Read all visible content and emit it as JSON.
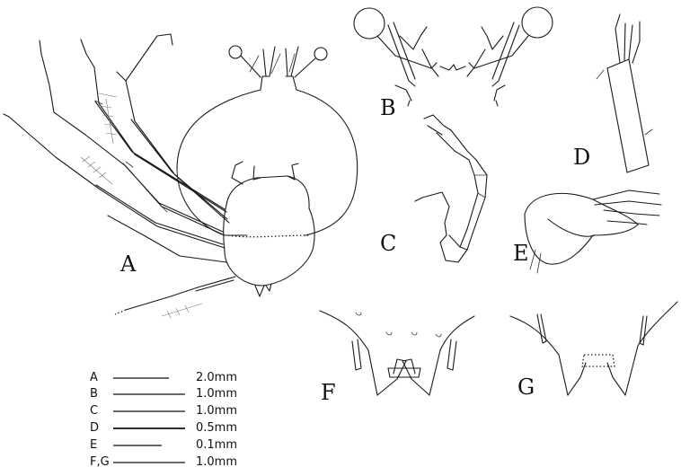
{
  "panels": {
    "A": "A",
    "B": "B",
    "C": "C",
    "D": "D",
    "E": "E",
    "F": "F",
    "G": "G"
  },
  "scale_bars": [
    {
      "label": "A",
      "value": "2.0mm"
    },
    {
      "label": "B",
      "value": "1.0mm"
    },
    {
      "label": "C",
      "value": "1.0mm"
    },
    {
      "label": "D",
      "value": "0.5mm"
    },
    {
      "label": "E",
      "value": "0.1mm"
    },
    {
      "label": "F,G",
      "value": "1.0mm"
    }
  ]
}
